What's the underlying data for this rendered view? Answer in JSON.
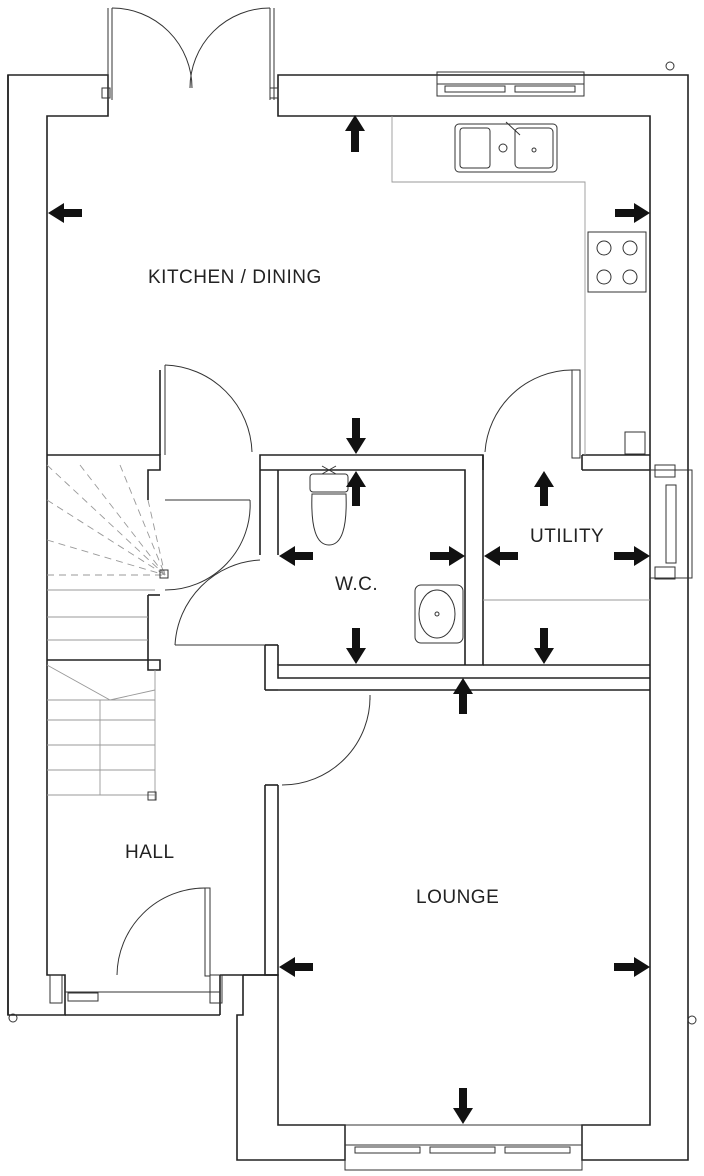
{
  "rooms": {
    "kitchen": "KITCHEN / DINING",
    "wc": "W.C.",
    "utility": "UTILITY",
    "hall": "HALL",
    "lounge": "LOUNGE"
  },
  "colors": {
    "line": "#222222",
    "arrow": "#111111",
    "background": "#ffffff"
  }
}
